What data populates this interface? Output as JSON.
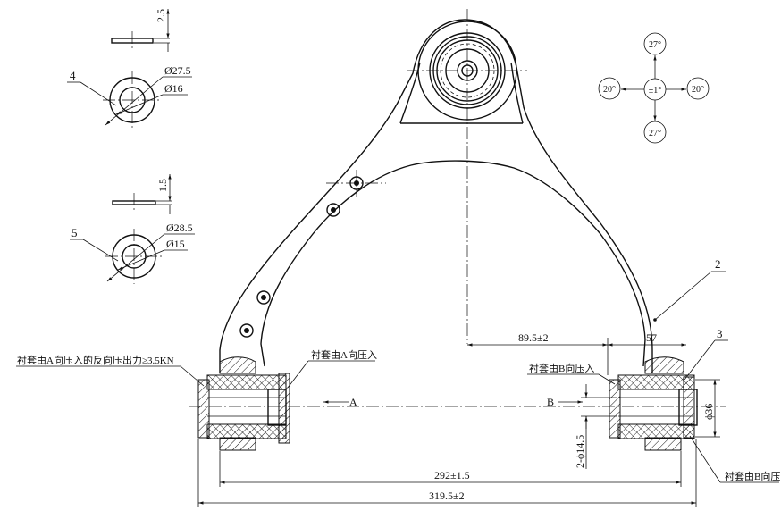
{
  "callouts": {
    "part2": "2",
    "part3": "3",
    "part4": "4",
    "part5": "5"
  },
  "washer4": {
    "thickness": "2.5",
    "outer_dia": "Ø27.5",
    "inner_dia": "Ø16"
  },
  "washer5": {
    "thickness": "1.5",
    "outer_dia": "Ø28.5",
    "inner_dia": "Ø15"
  },
  "angles": {
    "top": "27°",
    "bottom": "27°",
    "left": "20°",
    "right": "20°",
    "center": "±1°"
  },
  "dimensions": {
    "offset": "89.5±2",
    "depth": "57",
    "bushing_dia": "ϕ36",
    "hole_dia": "2-ϕ14.5",
    "inner_length": "292±1.5",
    "overall_length": "319.5±2"
  },
  "notes": {
    "pull_out_force": "衬套由A向压入的反向压出力≥3.5KN",
    "press_from_a": "衬套由A向压入",
    "press_from_b": "衬套由B向压入",
    "press_from_b_2": "衬套由B向压"
  },
  "views": {
    "arrow_a": "A",
    "arrow_b": "B"
  }
}
